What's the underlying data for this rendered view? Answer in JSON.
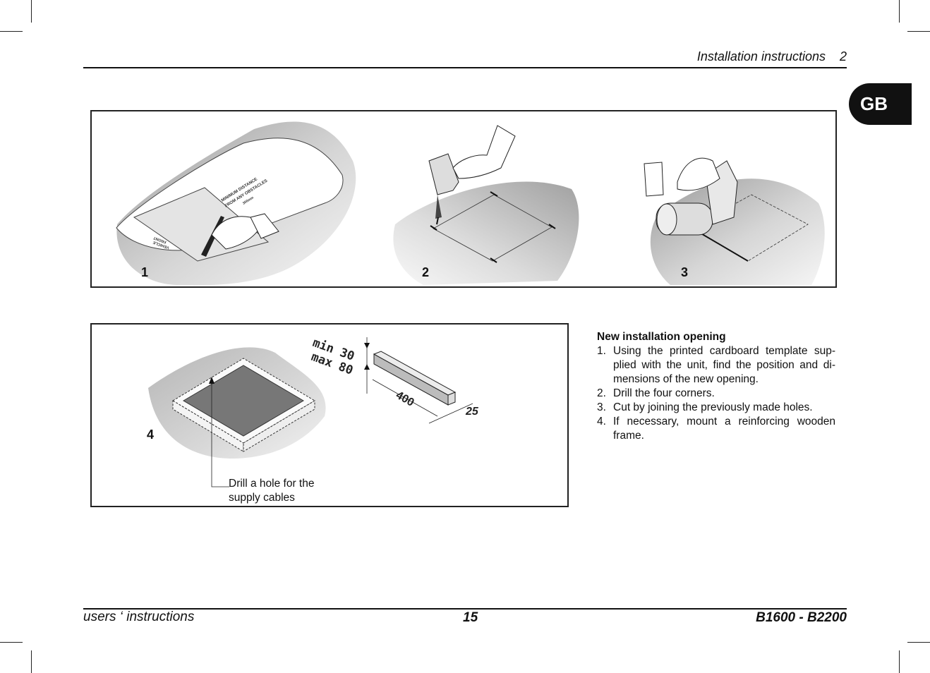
{
  "header": {
    "title": "Installation instructions",
    "chapter": "2"
  },
  "language_tab": "GB",
  "figure_top": {
    "steps": [
      {
        "number": "1"
      },
      {
        "number": "2"
      },
      {
        "number": "3"
      }
    ],
    "template_text": {
      "line1": "MINIMUM DISTANCE",
      "line2": "FROM ANY OBSTACLES",
      "line3": "300mm",
      "front1": "VEHICLE",
      "front2": "FRONT"
    }
  },
  "figure_bottom": {
    "step_number": "4",
    "min_label": "min 30",
    "max_label": "max 80",
    "length_label": "400",
    "thickness_label": "25",
    "callout": "Drill a hole for the supply cables"
  },
  "instructions": {
    "heading": "New installation opening",
    "items": [
      {
        "n": "1.",
        "text": "Using the printed cardboard template sup-plied with the unit, find the position and di-mensions of the new opening."
      },
      {
        "n": "2.",
        "text": "Drill the four corners."
      },
      {
        "n": "3.",
        "text": "Cut by joining the previously made holes."
      },
      {
        "n": "4.",
        "text": "If necessary, mount a reinforcing wooden frame."
      }
    ]
  },
  "footer": {
    "left": "users ‘ instructions",
    "page": "15",
    "model": "B1600 - B2200"
  }
}
